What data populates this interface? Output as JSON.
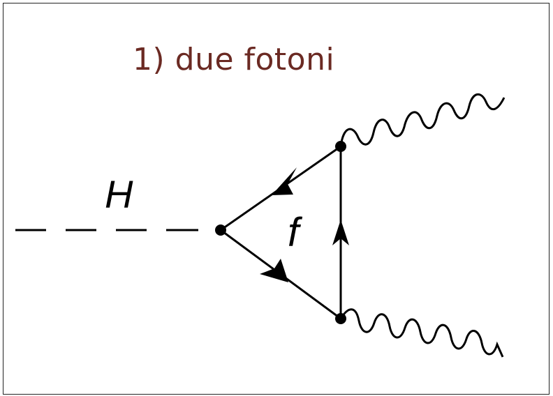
{
  "title": "1) due fotoni",
  "labels": {
    "higgs": "H",
    "fermion": "f"
  },
  "colors": {
    "title": "#6b2a23",
    "lines": "#000000"
  }
}
